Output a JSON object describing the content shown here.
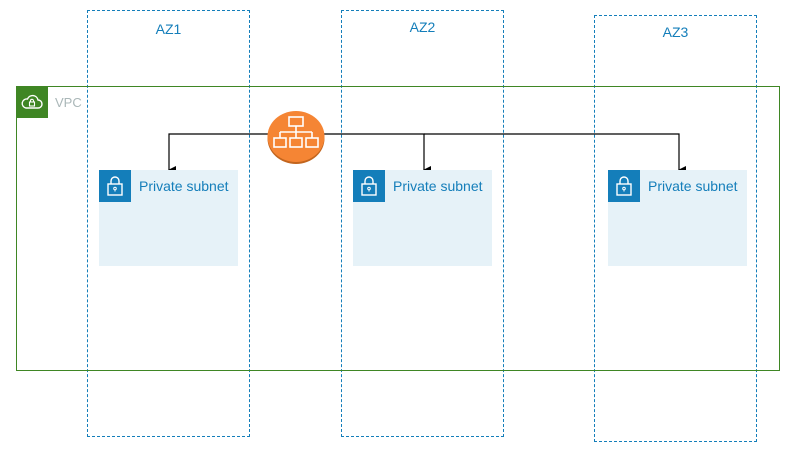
{
  "availability_zones": [
    {
      "label": "AZ1"
    },
    {
      "label": "AZ2"
    },
    {
      "label": "AZ3"
    }
  ],
  "vpc": {
    "label": "VPC",
    "icon": "vpc-cloud-lock-icon",
    "color": "#3F8624"
  },
  "subnets": [
    {
      "label": "Private subnet",
      "icon": "lock-icon"
    },
    {
      "label": "Private subnet",
      "icon": "lock-icon"
    },
    {
      "label": "Private subnet",
      "icon": "lock-icon"
    }
  ],
  "load_balancer": {
    "icon": "elastic-load-balancer-icon",
    "color": "#F58534"
  },
  "colors": {
    "az_border": "#147EBA",
    "subnet_fill": "#E6F2F8",
    "vpc_label": "#AAB7B8"
  }
}
